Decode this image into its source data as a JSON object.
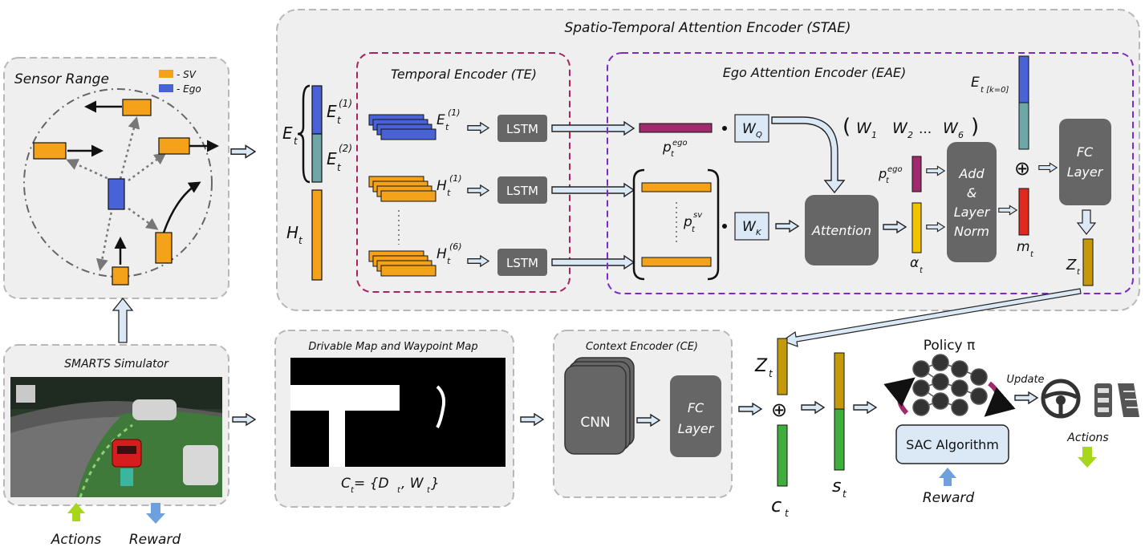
{
  "stae": {
    "title": "Spatio-Temporal Attention Encoder (STAE)"
  },
  "sensor": {
    "title": "Sensor Range",
    "legend_sv": "- SV",
    "legend_ego": "- Ego"
  },
  "te": {
    "title": "Temporal Encoder (TE)",
    "lstm": "LSTM",
    "e1": "E",
    "e1_sup": "(1)",
    "h1": "H",
    "h1_sup": "(1)",
    "h6": "H",
    "h6_sup": "(6)",
    "sub_t": "t"
  },
  "eae": {
    "title": "Ego Attention Encoder (EAE)",
    "wq": "W",
    "wq_sub": "Q",
    "wk": "W",
    "wk_sub": "K",
    "w1": "W",
    "w1_sub": "1",
    "w2": "W",
    "w2_sub": "2",
    "dots": "...",
    "w6": "W",
    "w6_sub": "6",
    "p": "p",
    "ego_sup": "ego",
    "sv_sup": "sv",
    "t": "t",
    "attention": "Attention",
    "addnorm": [
      "Add",
      "&",
      "Layer",
      "Norm"
    ],
    "alpha": "α",
    "m": "m",
    "e0": "E",
    "e0_sub": "t [k=0]",
    "fc": [
      "FC",
      "Layer"
    ],
    "z": "Z",
    "oplus": "⊕"
  },
  "et": {
    "e": "E",
    "t": "t",
    "sup1": "(1)",
    "sup2": "(2)",
    "h": "H"
  },
  "smarts": {
    "title": "SMARTS Simulator",
    "actions": "Actions",
    "reward": "Reward"
  },
  "map": {
    "title": "Drivable Map and Waypoint Map",
    "caption": "C",
    "caption_rest": " = {D",
    "caption_w": ", W",
    "caption_end": "}",
    "t": "t"
  },
  "ce": {
    "title": "Context Encoder (CE)",
    "cnn": "CNN",
    "fc": [
      "FC",
      "Layer"
    ]
  },
  "state": {
    "z": "Z",
    "c": "c",
    "s": "s",
    "t": "t",
    "oplus": "⊕"
  },
  "policy": {
    "title": "Policy π",
    "update": "Update",
    "sac": "SAC Algorithm",
    "reward": "Reward",
    "actions": "Actions"
  }
}
